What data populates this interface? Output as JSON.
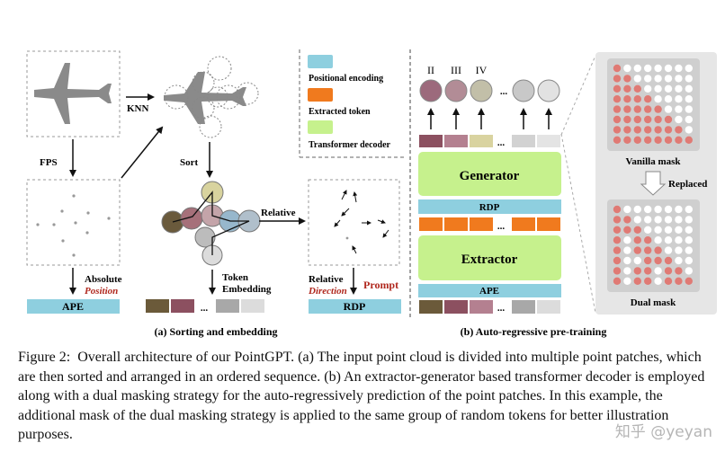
{
  "figure": {
    "legend": {
      "positional_encoding": "Positional encoding",
      "extracted_token": "Extracted token",
      "transformer_decoder": "Transformer decoder"
    },
    "left_panel": {
      "knn": "KNN",
      "fps": "FPS",
      "sort": "Sort",
      "relative": "Relative",
      "absolute": "Absolute",
      "position": "Position",
      "token": "Token",
      "embedding": "Embedding",
      "relative_direction_line1": "Relative",
      "direction": "Direction",
      "prompt": "Prompt",
      "ape": "APE",
      "rdp": "RDP",
      "ellipsis": "...",
      "caption_a": "(a) Sorting and embedding"
    },
    "right_panel": {
      "roman": [
        "II",
        "III",
        "IV"
      ],
      "generator": "Generator",
      "rdp": "RDP",
      "extractor": "Extractor",
      "ape": "APE",
      "ellipsis": "...",
      "vanilla_mask": "Vanilla mask",
      "replaced": "Replaced",
      "dual_mask": "Dual mask",
      "caption_b": "(b) Auto-regressive pre-training"
    },
    "colors": {
      "positional": "#8ecfdf",
      "extracted": "#f07a1e",
      "decoder": "#c6f18d",
      "mask_red": "#e07a74",
      "prompt_red": "#b0281e"
    }
  },
  "caption": {
    "label": "Figure 2:",
    "text": "Overall architecture of our PointGPT. (a) The input point cloud is divided into multiple point patches, which are then sorted and arranged in an ordered sequence. (b) An extractor-generator based transformer decoder is employed along with a dual masking strategy for the auto-regressively prediction of the point patches. In this example, the additional mask of the dual masking strategy is applied to the same group of random tokens for better illustration purposes."
  },
  "watermark": "知乎 @yeyan"
}
